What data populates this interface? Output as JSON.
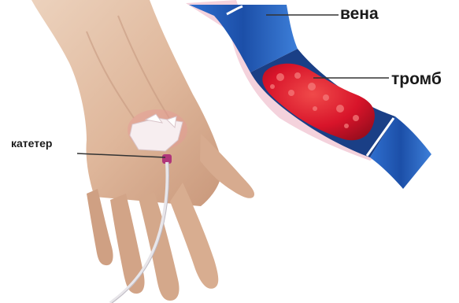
{
  "labels": {
    "vein": "вена",
    "clot": "тромб",
    "catheter": "катетер"
  },
  "colors": {
    "skin": "#e2bfa6",
    "skin_shadow": "#c99c80",
    "vein_wall": "#1f5fb8",
    "vein_dark": "#163f86",
    "vein_cut_edge": "#f0c6d2",
    "clot": "#d8142a",
    "clot_highlight": "#f57a7a",
    "catheter_pad": "#f7eef0",
    "catheter_hub": "#b0357a",
    "leader_line": "#333333"
  },
  "icons": {
    "hand": "hand-illustration",
    "vein": "vein-cross-section",
    "clot": "blood-clot",
    "catheter": "iv-catheter"
  }
}
